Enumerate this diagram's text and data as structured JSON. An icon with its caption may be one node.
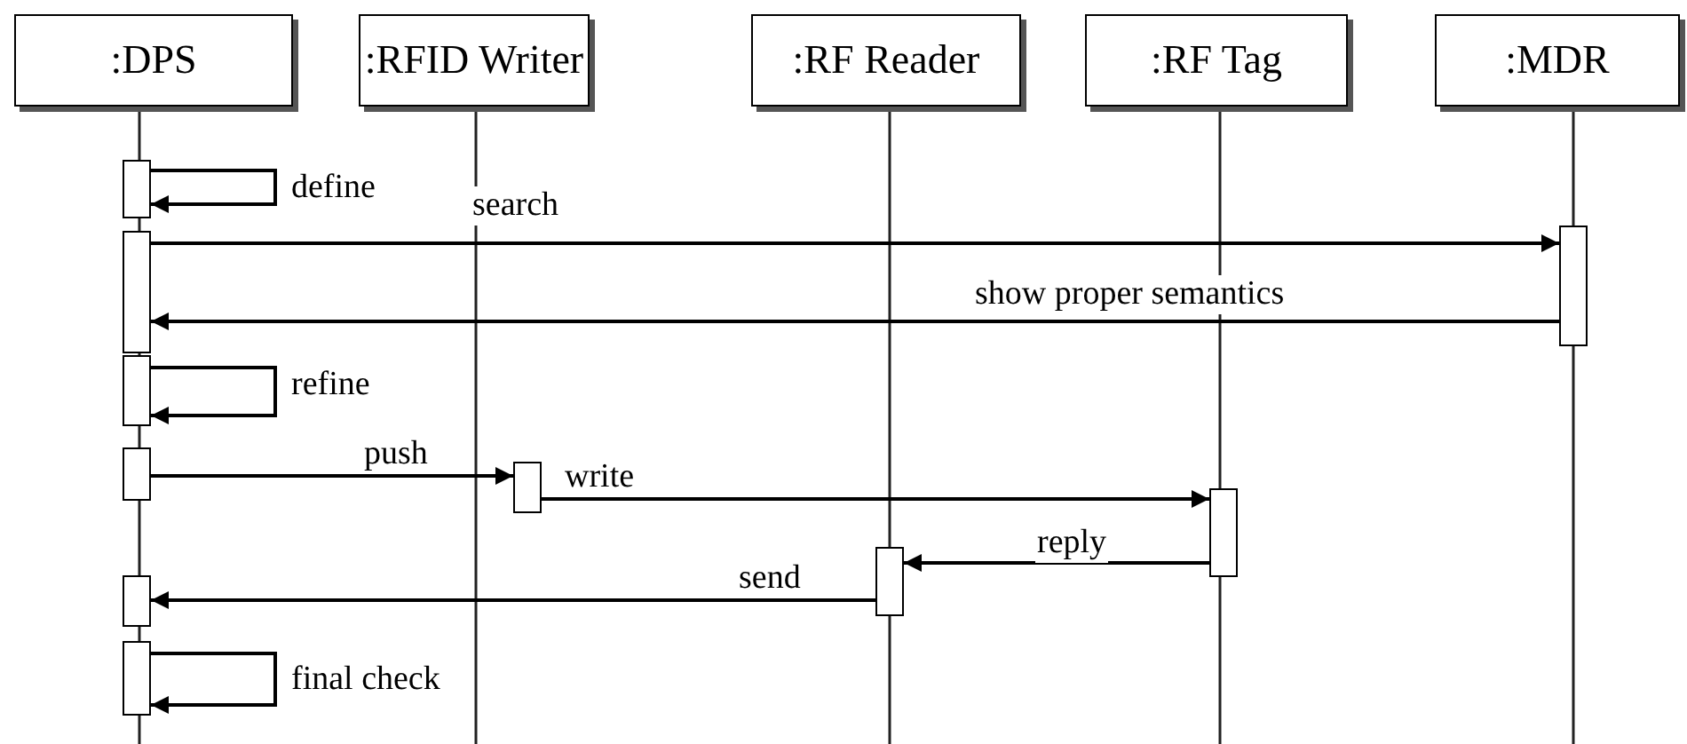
{
  "diagram": {
    "nodes": [
      {
        "text": [
          ":DPS"
        ]
      },
      {
        "text": [
          ":RFID Writer"
        ]
      },
      {
        "text": [
          ":RF Reader"
        ]
      },
      {
        "text": [
          ":RF Tag"
        ]
      },
      {
        "text": [
          ":MDR"
        ]
      },
      {
        "text": [],
        "shape": "bar"
      },
      {
        "text": [],
        "shape": "bar"
      },
      {
        "text": [],
        "shape": "bar"
      },
      {
        "text": [],
        "shape": "bar"
      },
      {
        "text": [],
        "shape": "bar"
      },
      {
        "text": [],
        "shape": "bar"
      },
      {
        "text": [],
        "shape": "bar"
      },
      {
        "text": [],
        "shape": "bar"
      },
      {
        "text": [],
        "shape": "bar"
      },
      {
        "text": [],
        "shape": "bar"
      }
    ],
    "edges": [
      {
        "from": 5,
        "to": 5,
        "arrow": "to",
        "label": "define"
      },
      {
        "from": 6,
        "to": 7,
        "arrow": "to",
        "label": "search"
      },
      {
        "from": 7,
        "to": 6,
        "arrow": "to",
        "label": "show proper semantics"
      },
      {
        "from": 8,
        "to": 8,
        "arrow": "to",
        "label": "refine"
      },
      {
        "from": 9,
        "to": 10,
        "arrow": "to",
        "label": "push"
      },
      {
        "from": 10,
        "to": 11,
        "arrow": "to",
        "label": "write"
      },
      {
        "from": 11,
        "to": 12,
        "arrow": "to",
        "label": "reply"
      },
      {
        "from": 12,
        "to": 13,
        "arrow": "to",
        "label": "send"
      },
      {
        "from": 14,
        "to": 14,
        "arrow": "to",
        "label": "final check"
      }
    ]
  }
}
